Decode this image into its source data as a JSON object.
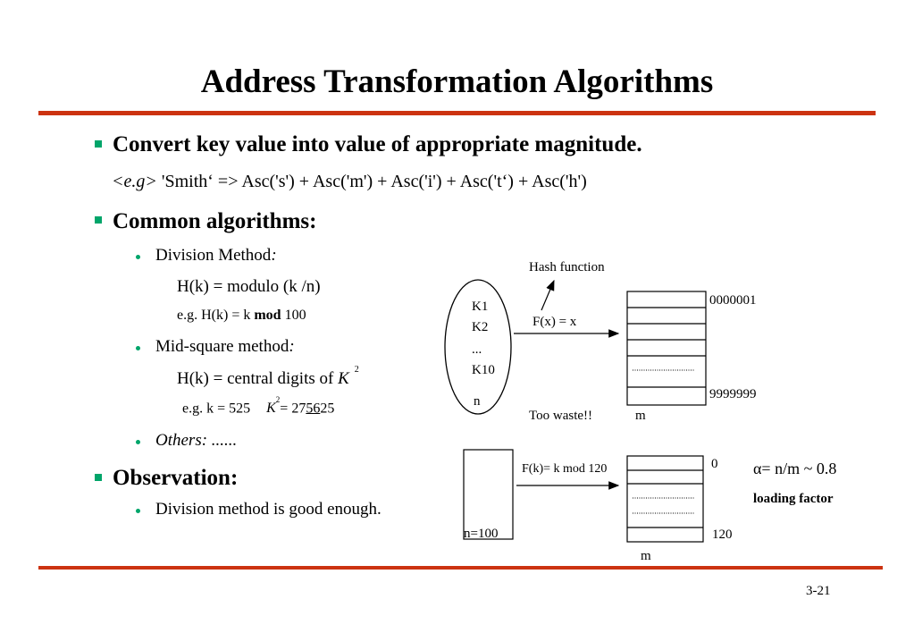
{
  "title": "Address Transformation Algorithms",
  "bullets": {
    "convert": "Convert key value into value of appropriate magnitude.",
    "eg_prefix": "<e.g>",
    "eg_text": "'Smith‘ => Asc('s') + Asc('m') + Asc('i') + Asc('t‘) + Asc('h')",
    "common": "Common algorithms:",
    "observation": "Observation:"
  },
  "sub": {
    "division": "Division Method",
    "division_colon": ":",
    "division_formula": "H(k) = modulo (k /n)",
    "division_eg_prefix": "e.g. H(k) = k ",
    "division_eg_bold": "mod",
    "division_eg_suffix": " 100",
    "midsquare": "Mid-square method",
    "midsquare_colon": ":",
    "midsquare_formula": "H(k) = central digits of ",
    "k_var": "K",
    "exp2": "2",
    "midsquare_eg_prefix": "e.g. k = 525",
    "midsquare_eg_eq": "= 27",
    "midsquare_eg_under": "56",
    "midsquare_eg_tail": "25",
    "others": "Others: ......",
    "observation_item": "Division method is good enough."
  },
  "diagram1": {
    "hash_label": "Hash function",
    "keys": [
      "K1",
      "K2",
      "...",
      "K10"
    ],
    "n_label": "n",
    "fx_label": "F(x) = x",
    "top_value": "0000001",
    "bottom_value": "9999999",
    "too_waste": "Too waste!!",
    "m_label": "m"
  },
  "diagram2": {
    "fk_label": "F(k)= k mod 120",
    "n_label": "n=100",
    "top_value": "0",
    "bottom_value": "120",
    "m_label": "m",
    "alpha_label": "α= n/m ~ 0.8",
    "loading_label": "loading factor"
  },
  "page_number": "3-21",
  "colors": {
    "rule": "#cc3311",
    "bullet": "#00a56a"
  }
}
